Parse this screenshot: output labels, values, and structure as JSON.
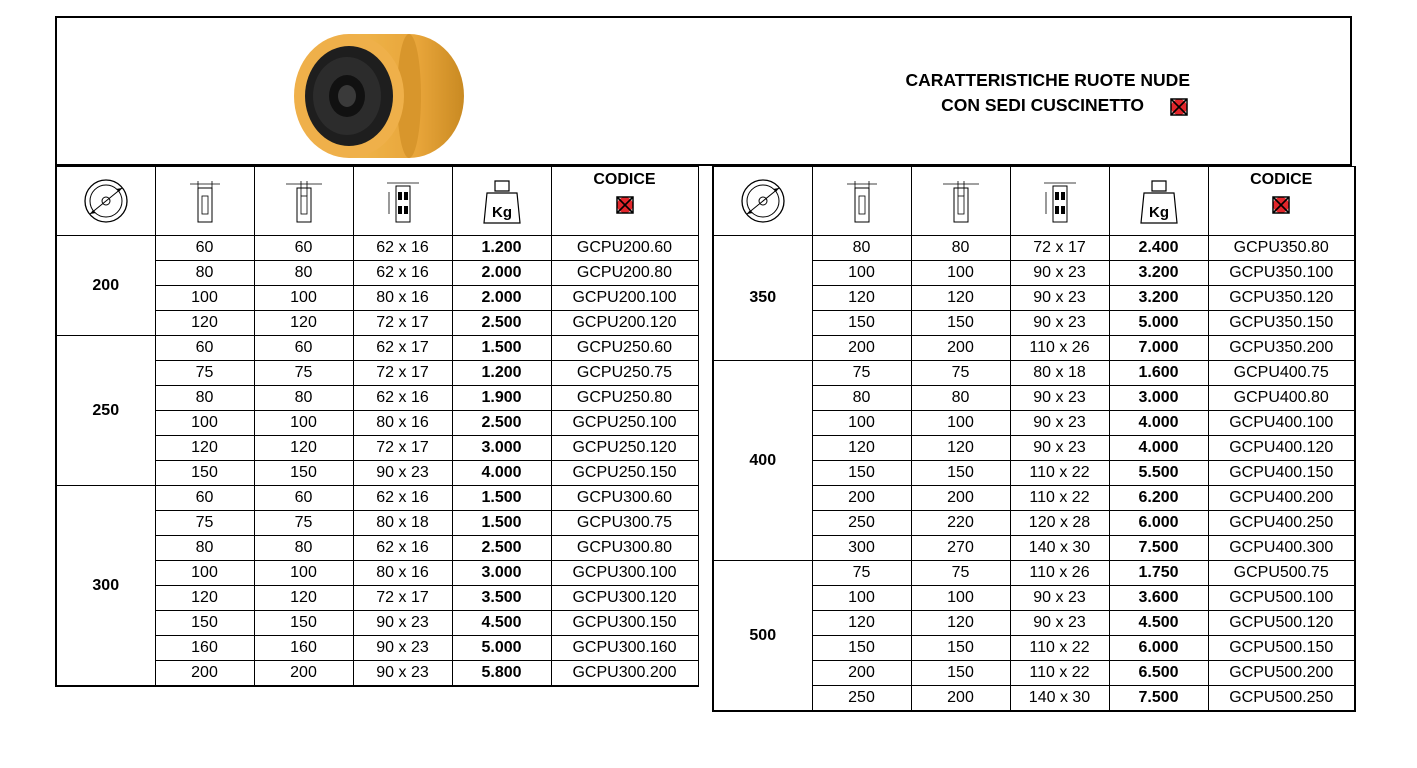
{
  "header": {
    "title_line1": "CARATTERISTICHE RUOTE NUDE",
    "title_line2": "CON SEDI CUSCINETTO",
    "icons": [
      "wheel-photo",
      "bearing-icon"
    ]
  },
  "columns": {
    "icons": [
      "diameter-icon",
      "tread-width-icon",
      "hub-length-icon",
      "bearing-seat-icon",
      "load-kg-icon",
      "bearing-icon"
    ],
    "kg_label": "Kg",
    "code_label": "CODICE"
  },
  "colors": {
    "tyre": "#e8a53a",
    "hub": "#1a1a1a",
    "bearing_mark": "#e0262b"
  },
  "tables": {
    "left": [
      {
        "diameter": "200",
        "rows": [
          [
            "60",
            "60",
            "62 x 16",
            "1.200",
            "GCPU200.60"
          ],
          [
            "80",
            "80",
            "62 x 16",
            "2.000",
            "GCPU200.80"
          ],
          [
            "100",
            "100",
            "80 x 16",
            "2.000",
            "GCPU200.100"
          ],
          [
            "120",
            "120",
            "72 x 17",
            "2.500",
            "GCPU200.120"
          ]
        ]
      },
      {
        "diameter": "250",
        "rows": [
          [
            "60",
            "60",
            "62 x 17",
            "1.500",
            "GCPU250.60"
          ],
          [
            "75",
            "75",
            "72 x 17",
            "1.200",
            "GCPU250.75"
          ],
          [
            "80",
            "80",
            "62 x 16",
            "1.900",
            "GCPU250.80"
          ],
          [
            "100",
            "100",
            "80 x 16",
            "2.500",
            "GCPU250.100"
          ],
          [
            "120",
            "120",
            "72 x 17",
            "3.000",
            "GCPU250.120"
          ],
          [
            "150",
            "150",
            "90 x 23",
            "4.000",
            "GCPU250.150"
          ]
        ]
      },
      {
        "diameter": "300",
        "rows": [
          [
            "60",
            "60",
            "62 x 16",
            "1.500",
            "GCPU300.60"
          ],
          [
            "75",
            "75",
            "80 x 18",
            "1.500",
            "GCPU300.75"
          ],
          [
            "80",
            "80",
            "62 x 16",
            "2.500",
            "GCPU300.80"
          ],
          [
            "100",
            "100",
            "80 x 16",
            "3.000",
            "GCPU300.100"
          ],
          [
            "120",
            "120",
            "72 x 17",
            "3.500",
            "GCPU300.120"
          ],
          [
            "150",
            "150",
            "90 x 23",
            "4.500",
            "GCPU300.150"
          ],
          [
            "160",
            "160",
            "90 x 23",
            "5.000",
            "GCPU300.160"
          ],
          [
            "200",
            "200",
            "90 x 23",
            "5.800",
            "GCPU300.200"
          ]
        ]
      }
    ],
    "right": [
      {
        "diameter": "350",
        "rows": [
          [
            "80",
            "80",
            "72 x 17",
            "2.400",
            "GCPU350.80"
          ],
          [
            "100",
            "100",
            "90 x 23",
            "3.200",
            "GCPU350.100"
          ],
          [
            "120",
            "120",
            "90 x 23",
            "3.200",
            "GCPU350.120"
          ],
          [
            "150",
            "150",
            "90 x 23",
            "5.000",
            "GCPU350.150"
          ],
          [
            "200",
            "200",
            "110 x 26",
            "7.000",
            "GCPU350.200"
          ]
        ]
      },
      {
        "diameter": "400",
        "rows": [
          [
            "75",
            "75",
            "80 x 18",
            "1.600",
            "GCPU400.75"
          ],
          [
            "80",
            "80",
            "90 x 23",
            "3.000",
            "GCPU400.80"
          ],
          [
            "100",
            "100",
            "90 x 23",
            "4.000",
            "GCPU400.100"
          ],
          [
            "120",
            "120",
            "90 x 23",
            "4.000",
            "GCPU400.120"
          ],
          [
            "150",
            "150",
            "110 x 22",
            "5.500",
            "GCPU400.150"
          ],
          [
            "200",
            "200",
            "110 x 22",
            "6.200",
            "GCPU400.200"
          ],
          [
            "250",
            "220",
            "120 x 28",
            "6.000",
            "GCPU400.250"
          ],
          [
            "300",
            "270",
            "140 x 30",
            "7.500",
            "GCPU400.300"
          ]
        ]
      },
      {
        "diameter": "500",
        "rows": [
          [
            "75",
            "75",
            "110 x 26",
            "1.750",
            "GCPU500.75"
          ],
          [
            "100",
            "100",
            "90 x 23",
            "3.600",
            "GCPU500.100"
          ],
          [
            "120",
            "120",
            "90 x 23",
            "4.500",
            "GCPU500.120"
          ],
          [
            "150",
            "150",
            "110 x 22",
            "6.000",
            "GCPU500.150"
          ],
          [
            "200",
            "150",
            "110 x 22",
            "6.500",
            "GCPU500.200"
          ],
          [
            "250",
            "200",
            "140 x 30",
            "7.500",
            "GCPU500.250"
          ]
        ]
      }
    ]
  }
}
